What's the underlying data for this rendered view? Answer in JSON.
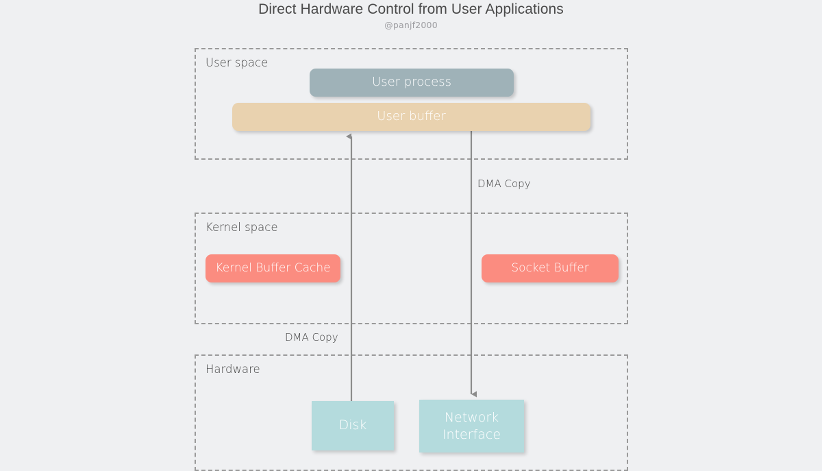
{
  "header": {
    "title": "Direct Hardware Control from User Applications",
    "subtitle": "@panjf2000"
  },
  "zones": [
    {
      "id": "user",
      "label": "User space"
    },
    {
      "id": "kernel",
      "label": "Kernel space"
    },
    {
      "id": "hw",
      "label": "Hardware"
    }
  ],
  "nodes": [
    {
      "id": "user-process",
      "label": "User process",
      "color": "#9fb2b8",
      "zone": "user"
    },
    {
      "id": "user-buffer",
      "label": "User buffer",
      "color": "#e9d2af",
      "zone": "user"
    },
    {
      "id": "kernel-buffer-cache",
      "label": "Kernel Buffer Cache",
      "color": "#fb8c80",
      "zone": "kernel"
    },
    {
      "id": "socket-buffer",
      "label": "Socket Buffer",
      "color": "#fb8c80",
      "zone": "kernel"
    },
    {
      "id": "disk",
      "label": "Disk",
      "color": "#b4dbdd",
      "zone": "hw"
    },
    {
      "id": "network-interface",
      "label_line1": "Network",
      "label_line2": "Interface",
      "color": "#b4dbdd",
      "zone": "hw"
    }
  ],
  "edges": [
    {
      "id": "disk-to-user-buffer",
      "label": "DMA Copy",
      "from": "disk",
      "to": "user-buffer",
      "direction": "up"
    },
    {
      "id": "user-buffer-to-network-interface",
      "label": "DMA Copy",
      "from": "user-buffer",
      "to": "network-interface",
      "direction": "down"
    }
  ],
  "colors": {
    "background": "#eff0f2",
    "zone_border": "#9a9a9a",
    "arrow": "#8c8c8c",
    "title_text": "#4a4a4a",
    "subtitle_text": "#9d9da1",
    "label_text": "#3f3f3f"
  }
}
